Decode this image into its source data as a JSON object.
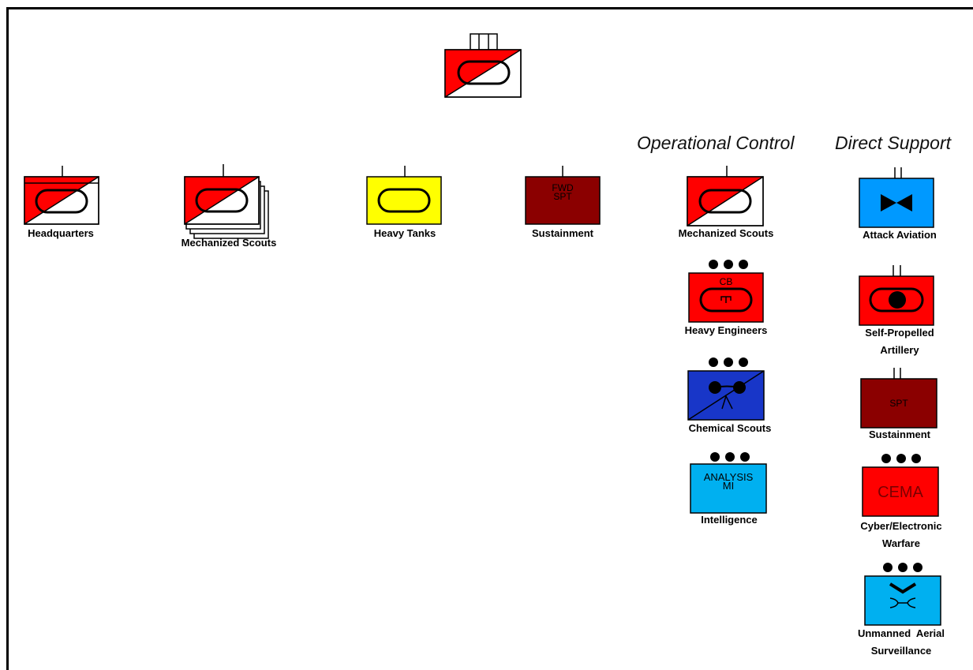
{
  "headers": {
    "operational_control": "Operational Control",
    "direct_support": "Direct Support"
  },
  "units": {
    "top": {
      "label": ""
    },
    "headquarters": {
      "label": "Headquarters"
    },
    "mechanized_scouts_main": {
      "label": "Mechanized Scouts"
    },
    "heavy_tanks": {
      "label": "Heavy Tanks"
    },
    "sustainment_fwd": {
      "label": "Sustainment",
      "text_line1": "FWD",
      "text_line2": "SPT"
    },
    "mechanized_scouts_opcon": {
      "label": "Mechanized Scouts"
    },
    "heavy_engineers": {
      "label": "Heavy Engineers",
      "text": "CB"
    },
    "chemical_scouts": {
      "label": "Chemical Scouts"
    },
    "intelligence": {
      "label": "Intelligence",
      "text_line1": "ANALYSIS",
      "text_line2": "MI"
    },
    "attack_aviation": {
      "label": "Attack Aviation"
    },
    "self_propelled_artillery": {
      "label_line1": "Self-Propelled",
      "label_line2": "Artillery"
    },
    "sustainment_ds": {
      "label": "Sustainment",
      "text": "SPT"
    },
    "cyber_ew": {
      "label_line1": "Cyber/Electronic",
      "label_line2": "Warfare",
      "text": "CEMA"
    },
    "uas": {
      "label_line1": "Unmanned  Aerial",
      "label_line2": "Surveillance"
    }
  },
  "colors": {
    "red": "#ff0000",
    "yellow": "#ffff00",
    "dark_red": "#8b0000",
    "blue": "#1836c8",
    "light_blue": "#00b0f0",
    "sky_blue": "#0099ff"
  }
}
